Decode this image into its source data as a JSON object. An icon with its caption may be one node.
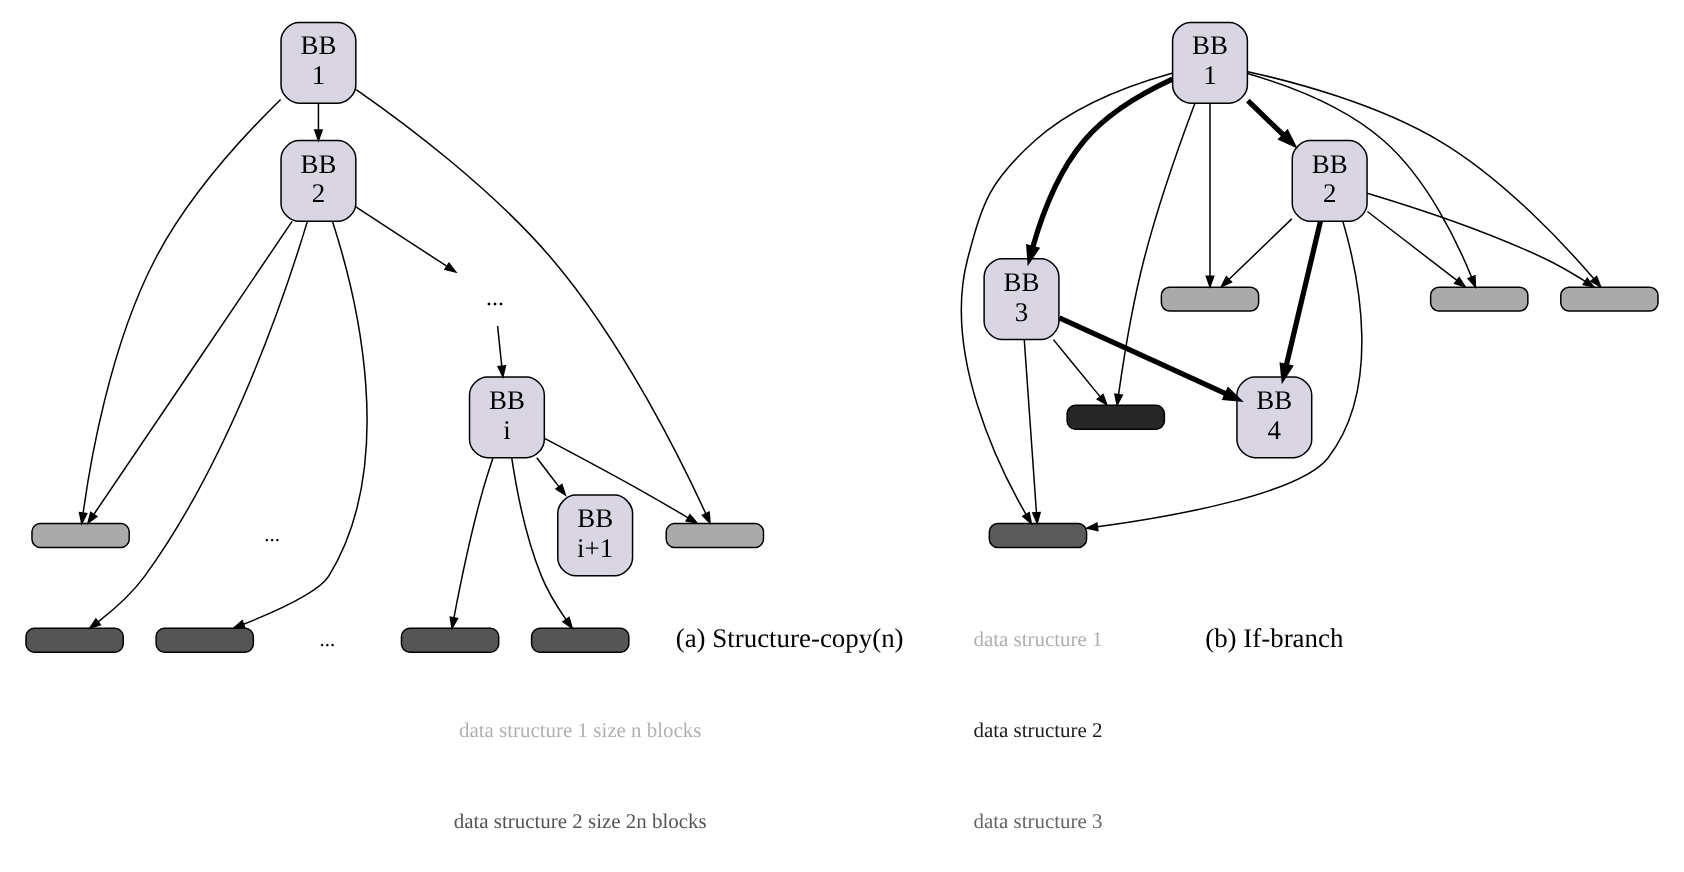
{
  "diagram": {
    "nodes": [
      {
        "text": [
          "BB",
          "1"
        ]
      },
      {
        "text": [
          "BB",
          "2"
        ]
      },
      {
        "text": [
          "..."
        ]
      },
      {
        "text": [
          "BB",
          "i"
        ]
      },
      {
        "text": [
          "BB",
          "i+1"
        ]
      },
      {
        "text": [],
        "shape": "box"
      },
      {
        "text": [],
        "shape": "box"
      },
      {
        "text": [],
        "shape": "box"
      },
      {
        "text": [],
        "shape": "box"
      },
      {
        "text": [],
        "shape": "box"
      },
      {
        "text": [],
        "shape": "box"
      },
      {
        "text": [
          "BB",
          "1"
        ]
      },
      {
        "text": [
          "BB",
          "2"
        ]
      },
      {
        "text": [
          "BB",
          "3"
        ]
      },
      {
        "text": [
          "BB",
          "4"
        ]
      },
      {
        "text": [],
        "shape": "box"
      },
      {
        "text": [],
        "shape": "box"
      },
      {
        "text": [],
        "shape": "box"
      },
      {
        "text": [],
        "shape": "box"
      },
      {
        "text": [],
        "shape": "box"
      }
    ],
    "edges": [
      {
        "from": 0,
        "to": 1,
        "arrow": "to"
      },
      {
        "from": 1,
        "to": 2,
        "arrow": "to"
      },
      {
        "from": 2,
        "to": 3,
        "arrow": "to"
      },
      {
        "from": 3,
        "to": 4,
        "arrow": "to"
      },
      {
        "from": 0,
        "to": 6,
        "arrow": "to"
      },
      {
        "from": 0,
        "to": 5,
        "arrow": "to"
      },
      {
        "from": 1,
        "to": 5,
        "arrow": "to"
      },
      {
        "from": 1,
        "to": 7,
        "arrow": "to"
      },
      {
        "from": 1,
        "to": 8,
        "arrow": "to"
      },
      {
        "from": 3,
        "to": 9,
        "arrow": "to"
      },
      {
        "from": 3,
        "to": 10,
        "arrow": "to"
      },
      {
        "from": 3,
        "to": 6,
        "arrow": "to"
      },
      {
        "from": 11,
        "to": 12,
        "arrow": "to",
        "style": "thick"
      },
      {
        "from": 11,
        "to": 13,
        "arrow": "to",
        "style": "thick"
      },
      {
        "from": 12,
        "to": 14,
        "arrow": "to",
        "style": "thick"
      },
      {
        "from": 13,
        "to": 14,
        "arrow": "to",
        "style": "thick"
      },
      {
        "from": 11,
        "to": 17,
        "arrow": "to"
      },
      {
        "from": 11,
        "to": 16,
        "arrow": "to"
      },
      {
        "from": 11,
        "to": 15,
        "arrow": "to"
      },
      {
        "from": 12,
        "to": 16,
        "arrow": "to"
      },
      {
        "from": 12,
        "to": 15,
        "arrow": "to"
      },
      {
        "from": 11,
        "to": 18,
        "arrow": "to"
      },
      {
        "from": 11,
        "to": 19,
        "arrow": "to"
      },
      {
        "from": 13,
        "to": 19,
        "arrow": "to"
      },
      {
        "from": 13,
        "to": 18,
        "arrow": "to"
      },
      {
        "from": 12,
        "to": 17,
        "arrow": "to"
      },
      {
        "from": 12,
        "to": 19,
        "arrow": "to"
      }
    ],
    "labels": [
      "...",
      "...",
      "data structure 1 size n blocks",
      "data structure 2 size 2n blocks",
      "data structure 1",
      "data structure 2",
      "data structure 3",
      "(a) Structure-copy(n)",
      "(b) If-branch"
    ]
  }
}
